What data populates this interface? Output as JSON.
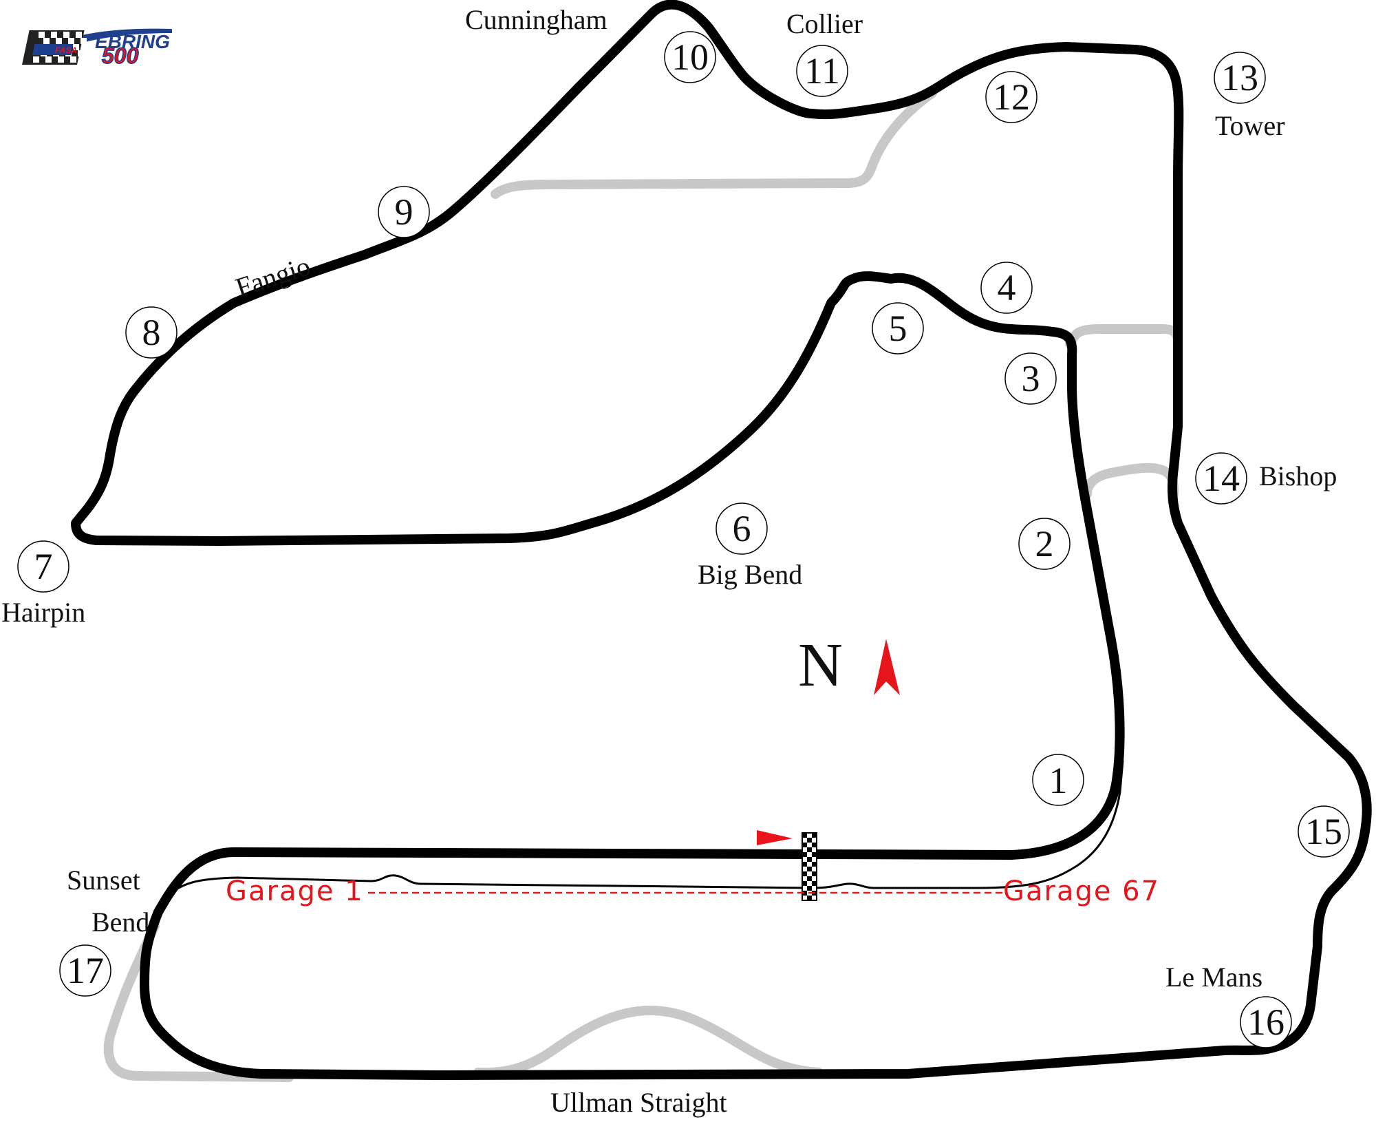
{
  "colors": {
    "track": "#000000",
    "old_track": "#c8c8c8",
    "accent_red": "#e8141b",
    "logo_blue": "#1f3f8f"
  },
  "logo": {
    "text_top": "EBRING",
    "text_bottom": "500",
    "text_small": "FASA"
  },
  "turns": [
    {
      "number": "1"
    },
    {
      "number": "2"
    },
    {
      "number": "3"
    },
    {
      "number": "4"
    },
    {
      "number": "5"
    },
    {
      "number": "6"
    },
    {
      "number": "7"
    },
    {
      "number": "8"
    },
    {
      "number": "9"
    },
    {
      "number": "10"
    },
    {
      "number": "11"
    },
    {
      "number": "12"
    },
    {
      "number": "13"
    },
    {
      "number": "14"
    },
    {
      "number": "15"
    },
    {
      "number": "16"
    },
    {
      "number": "17"
    }
  ],
  "corner_names": {
    "cunningham": "Cunningham",
    "collier": "Collier",
    "tower": "Tower",
    "fangio": "Fangio",
    "hairpin": "Hairpin",
    "big_bend": "Big Bend",
    "bishop": "Bishop",
    "sunset_line1": "Sunset",
    "sunset_line2": "Bend",
    "le_mans": "Le Mans",
    "ullman": "Ullman Straight"
  },
  "compass": {
    "letter": "N",
    "icon": "north-arrow-icon"
  },
  "garages": {
    "start": "Garage 1",
    "end": "Garage 67"
  }
}
